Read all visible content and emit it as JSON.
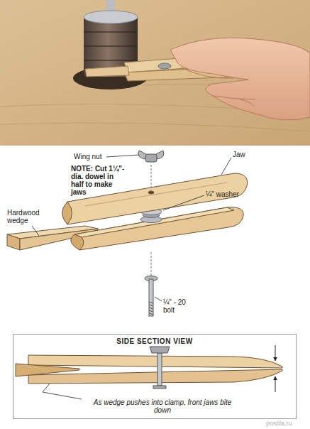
{
  "diagram": {
    "nodes": [
      {
        "text": [
          "SIDE SECTION VIEW",
          "As wedge pushes into clamp, front jaws bite down"
        ]
      }
    ],
    "labels": [
      "Wing nut",
      "Jaw",
      "NOTE: Cut 1¼\"-dia. dowel in half to make jaws",
      "¼\" washer",
      "Hardwood wedge",
      "¼\" - 20 bolt",
      "postila.ru"
    ]
  }
}
